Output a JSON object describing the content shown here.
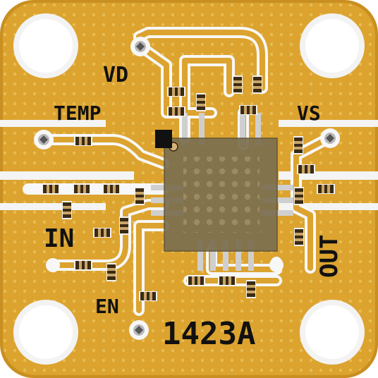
{
  "labels": {
    "vd": "VD",
    "temp": "TEMP",
    "vs": "VS",
    "in": "IN",
    "out": "OUT",
    "en": "EN",
    "part_number": "1423A"
  },
  "colors": {
    "board_gold": "#dca32f",
    "board_edge": "#c98f20",
    "via_dot": "#e8c05a",
    "trace_white": "#f7f7f7",
    "hole_white": "#ffffff",
    "chip_body": "#7b6f4f",
    "pad_metal": "#cfcfcf",
    "component_tan": "#c9a56a",
    "component_dark": "#3a2a12",
    "text_black": "#111111"
  }
}
